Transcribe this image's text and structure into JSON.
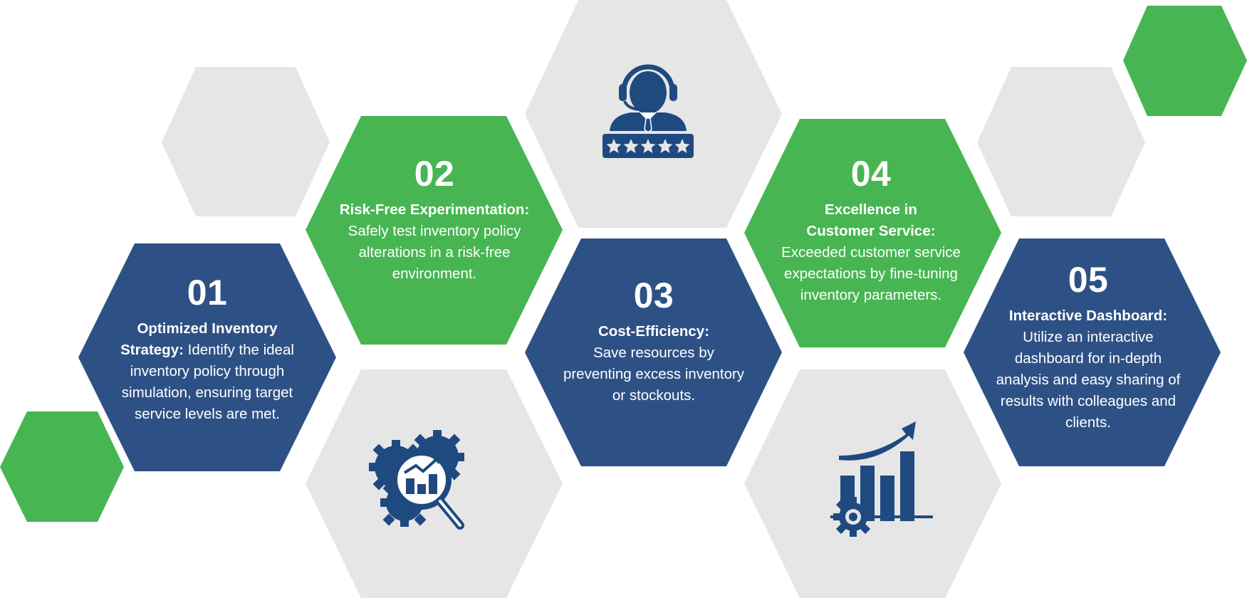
{
  "colors": {
    "gray": "#e6e6e6",
    "green": "#47b652",
    "blue": "#2e5185",
    "icon_blue": "#1f4a80",
    "text": "#ffffff"
  },
  "cards": [
    {
      "number": "01",
      "title": "Optimized Inventory Strategy:",
      "text": " Identify the ideal inventory policy through simulation, ensuring target service levels are met."
    },
    {
      "number": "02",
      "title": "Risk-Free Experimentation:",
      "text": "Safely test inventory policy alterations in a risk-free environment."
    },
    {
      "number": "03",
      "title": "Cost-Efficiency:",
      "text": "Save resources by preventing excess inventory or stockouts."
    },
    {
      "number": "04",
      "title": "Excellence in Customer Service:",
      "text": "Exceeded customer service expectations by fine-tuning inventory parameters."
    },
    {
      "number": "05",
      "title": "Interactive Dashboard:",
      "text": "Utilize an interactive dashboard for in-depth analysis and easy sharing of results with colleagues and clients."
    }
  ],
  "icons": {
    "customer_service": "customer-service-rating-icon",
    "analysis": "gears-magnifier-analysis-icon",
    "growth": "growth-chart-gear-icon"
  }
}
